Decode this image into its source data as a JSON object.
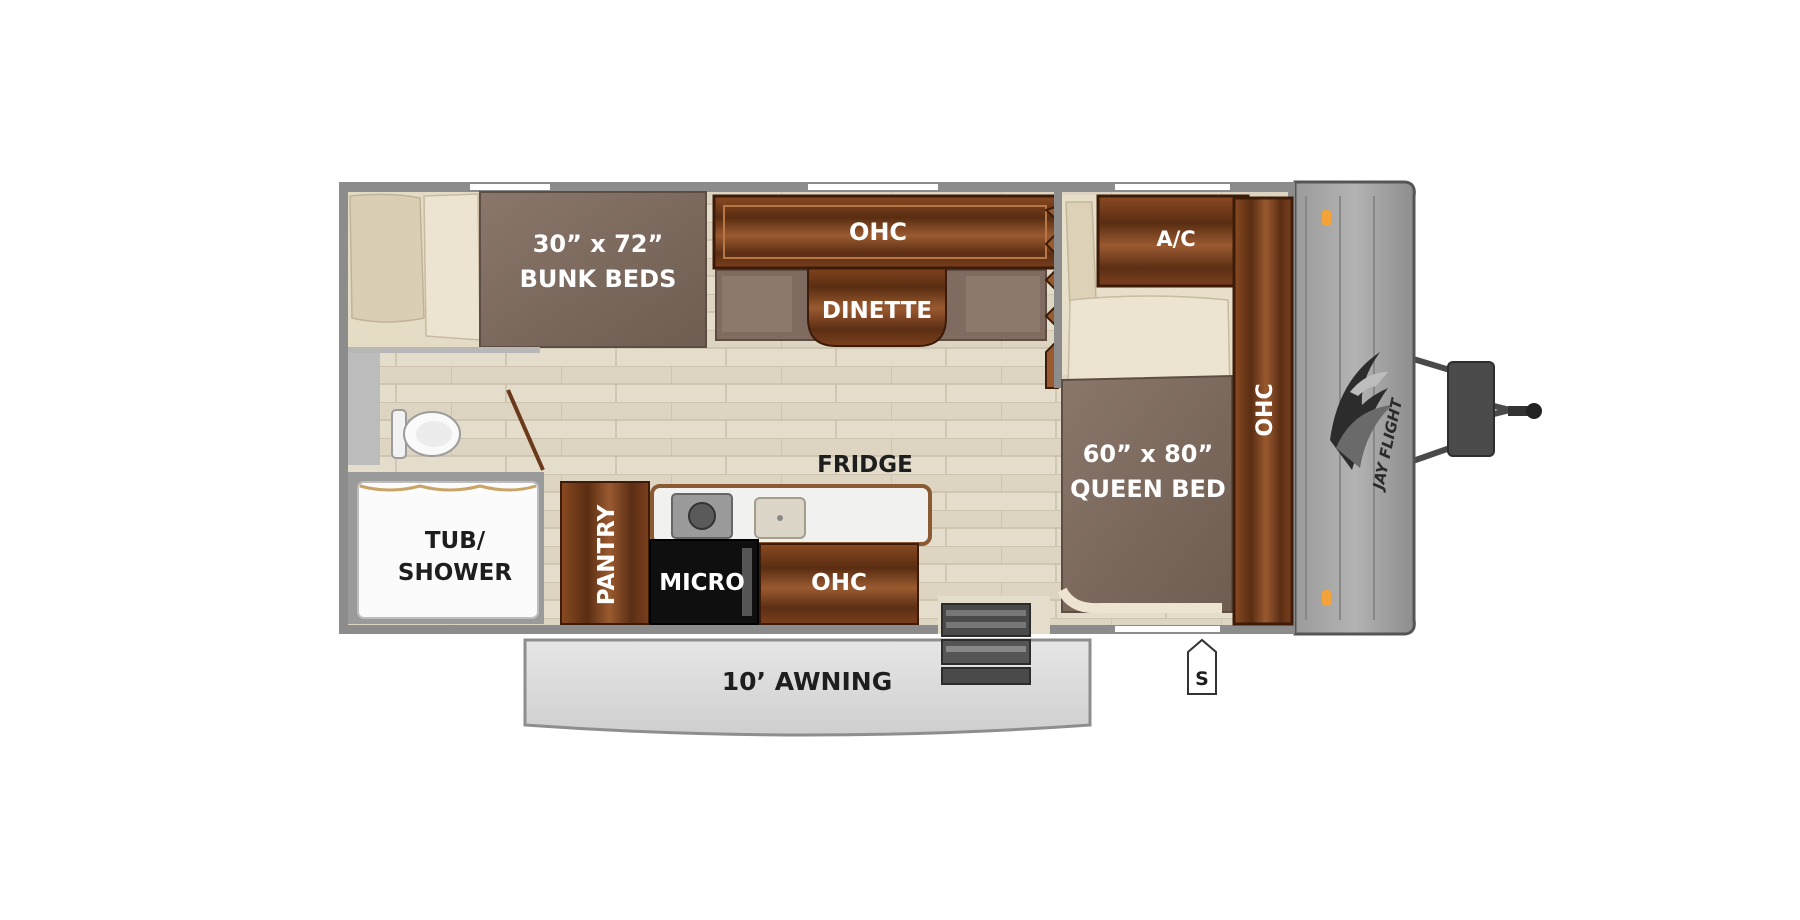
{
  "floorplan": {
    "labels": {
      "bunk_beds_size": "30” x 72”",
      "bunk_beds": "BUNK BEDS",
      "ohc_top": "OHC",
      "dinette": "DINETTE",
      "ac": "A/C",
      "ohc_front": "OHC",
      "queen_bed_size": "60” x 80”",
      "queen_bed": "QUEEN BED",
      "fridge": "FRIDGE",
      "tub_shower_line1": "TUB/",
      "tub_shower_line2": "SHOWER",
      "pantry": "PANTRY",
      "micro": "MICRO",
      "ohc_kitchen": "OHC",
      "awning": "10’ AWNING",
      "s_marker": "S"
    },
    "logo_text": "JAY FLIGHT",
    "colors": {
      "wall": "#8c8c8c",
      "floor_tile": "#e3dccb",
      "wood_dark": "#5a2d12",
      "wood_light": "#9a5a30",
      "bed_brown": "#7f6b5f",
      "linen": "#e8dfca",
      "awning": "#dcdcdc",
      "front_cap": "#a9a9a9",
      "marker_orange": "#f3a33a"
    }
  }
}
